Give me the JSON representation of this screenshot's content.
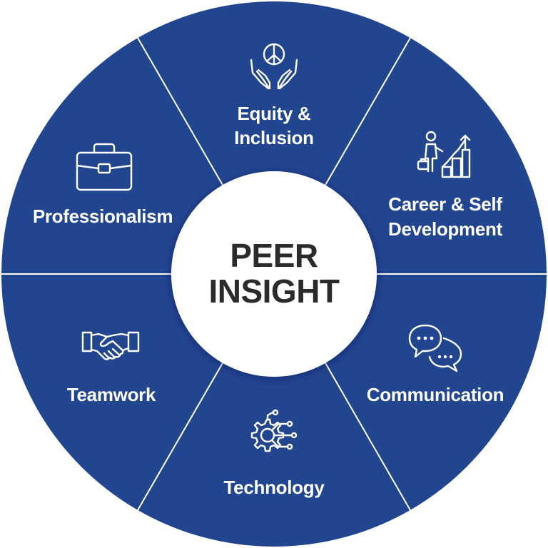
{
  "colors": {
    "segment": "#22458f",
    "divider": "#ffffff",
    "center": "#ffffff",
    "center_text": "#2b2b2b",
    "label_text": "#ffffff"
  },
  "center": {
    "line1": "PEER",
    "line2": "INSIGHT"
  },
  "segments": [
    {
      "icon": "hands-peace-icon",
      "line1": "Equity &",
      "line2": "Inclusion"
    },
    {
      "icon": "career-growth-icon",
      "line1": "Career & Self",
      "line2": "Development"
    },
    {
      "icon": "chat-bubbles-icon",
      "line1": "Communication",
      "line2": ""
    },
    {
      "icon": "gear-circuit-icon",
      "line1": "Technology",
      "line2": ""
    },
    {
      "icon": "handshake-icon",
      "line1": "Teamwork",
      "line2": ""
    },
    {
      "icon": "briefcase-icon",
      "line1": "Professionalism",
      "line2": ""
    }
  ]
}
